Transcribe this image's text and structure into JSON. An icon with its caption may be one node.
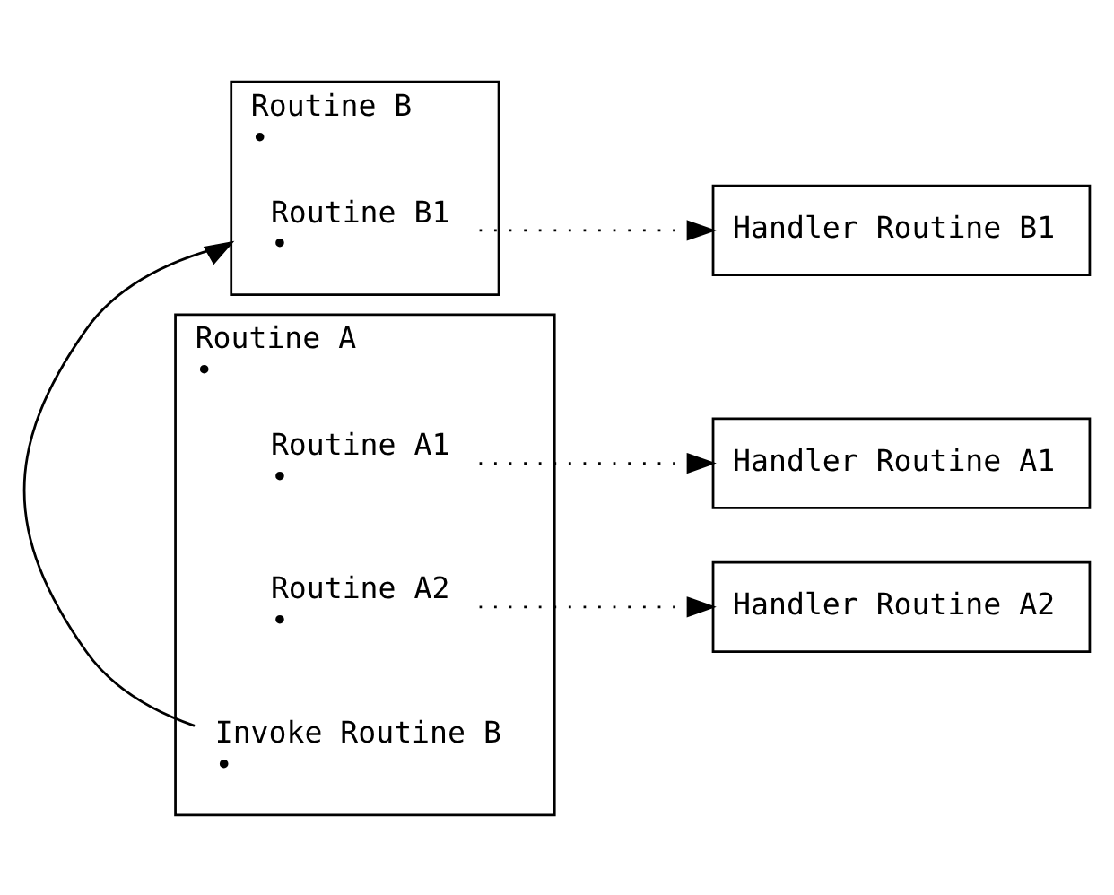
{
  "diagram": {
    "nodes": [
      {
        "text": [
          "Routine A",
          "•"
        ]
      },
      {
        "text": [
          "Routine A1",
          "•"
        ],
        "in": 0
      },
      {
        "text": [
          "Routine A2",
          "•"
        ],
        "in": 0
      },
      {
        "text": [
          "Invoke Routine B",
          "•"
        ],
        "in": 0
      },
      {
        "text": [
          "Handler Routine A1"
        ]
      },
      {
        "text": [
          "Handler Routine A2"
        ]
      },
      {
        "text": [
          "Routine B",
          "•"
        ]
      },
      {
        "text": [
          "Routine B1",
          "•"
        ],
        "in": 6
      },
      {
        "text": [
          "Handler Routine B1"
        ]
      }
    ],
    "edges": [
      {
        "from": 1,
        "to": 4,
        "arrow": "to",
        "style": "dashed"
      },
      {
        "from": 2,
        "to": 5,
        "arrow": "to",
        "style": "dashed"
      },
      {
        "from": 3,
        "to": 6,
        "arrow": "to"
      },
      {
        "from": 7,
        "to": 8,
        "arrow": "to",
        "style": "dashed"
      }
    ]
  }
}
